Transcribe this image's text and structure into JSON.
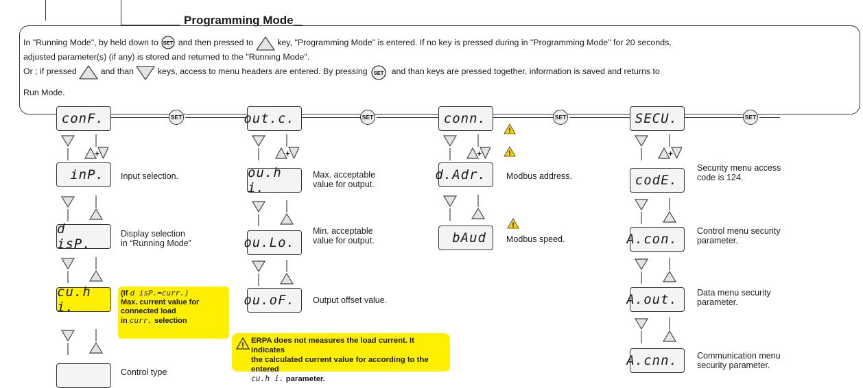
{
  "header": {
    "title": "Programming Mode"
  },
  "intro": {
    "line1_a": "In \"Running Mode\", by held down to",
    "line1_b": "and then pressed to",
    "line1_c": "key, \"Programming Mode\" is entered. If no key is pressed during in \"Programming Mode\" for 20 seconds,",
    "line2": "adjusted parameter(s) (if any) is stored and returned to the  \"Running Mode\".",
    "line3_a": "Or ; if pressed",
    "line3_b": "and than",
    "line3_c": "keys, access to menu headers are entered. By pressing",
    "line3_d": "and than keys are pressed  together, information is saved and returns to",
    "line4": "Run Mode."
  },
  "set_label": "SET",
  "plus_sign": "+",
  "menus": {
    "conf": {
      "header": "conF.",
      "items": [
        {
          "display": "inP.",
          "label": "Input selection."
        },
        {
          "display": "d isP.",
          "label": "Display selection\nin “Running Mode”"
        },
        {
          "display": "cu.h i.",
          "label_bold": "(If",
          "label_mono": "d isP.=curr.)",
          "label_rest": "Max. current value for\nconnected load\nin",
          "label_mono2": "curr.",
          "label_end": "selection"
        },
        {
          "display": "",
          "label": "Control type"
        }
      ]
    },
    "outc": {
      "header": "out.c.",
      "items": [
        {
          "display": "ou.h i.",
          "label": "Max. acceptable\nvalue for output."
        },
        {
          "display": "ou.Lo.",
          "label": "Min. acceptable\nvalue for output."
        },
        {
          "display": "ou.oF.",
          "label": "Output offset value."
        }
      ]
    },
    "conn": {
      "header": "conn.",
      "items": [
        {
          "display": "d.Adr.",
          "label": "Modbus address."
        },
        {
          "display": "bAud",
          "label": "Modbus speed."
        }
      ]
    },
    "secu": {
      "header": "SECU.",
      "items": [
        {
          "display": "codE.",
          "label": "Security menu access\ncode is 124."
        },
        {
          "display": "A.con.",
          "label": "Control menu security\nparameter."
        },
        {
          "display": "A.out.",
          "label": "Data menu security\nparameter."
        },
        {
          "display": "A.cnn.",
          "label": "Communication menu\nsecurity parameter."
        }
      ]
    }
  },
  "warning": {
    "line1": "ERPA does not measures the load current. It indicates",
    "line2": "the calculated current value for according to the entered",
    "mono": "cu.h i.",
    "line3_rest": "parameter."
  },
  "colors": {
    "highlight": "#ffef00",
    "warning_icon": "#ffd400",
    "line": "#333333"
  }
}
